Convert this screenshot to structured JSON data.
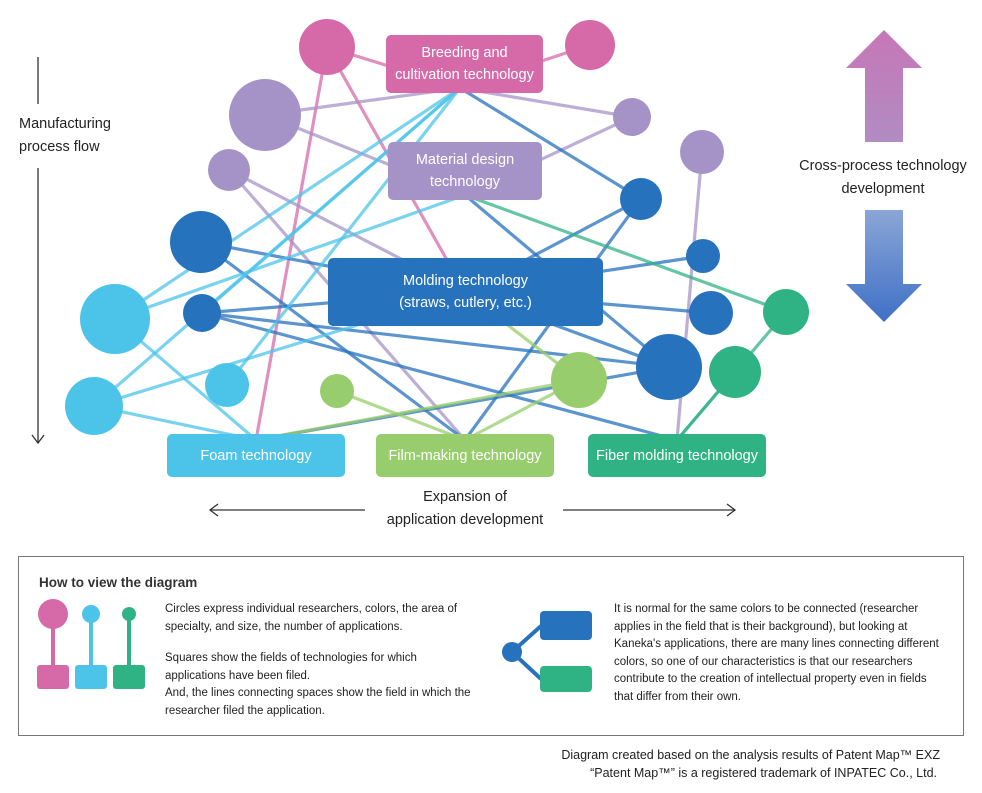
{
  "colors": {
    "breeding": "#d66aa9",
    "material": "#a593c7",
    "molding": "#2672bd",
    "foam": "#4cc4e9",
    "film": "#97cd6c",
    "fiber": "#30b384",
    "arrow_top": "#c776b7",
    "arrow_bottom": "#4a78c9"
  },
  "labels": {
    "manufacturing_line1": "Manufacturing",
    "manufacturing_line2": "process flow",
    "cross_process_line1": "Cross-process technology",
    "cross_process_line2": "development",
    "expansion_line1": "Expansion of",
    "expansion_line2": "application development"
  },
  "boxes": {
    "breeding": {
      "line1": "Breeding and",
      "line2": "cultivation technology"
    },
    "material": {
      "line1": "Material design",
      "line2": "technology"
    },
    "molding": {
      "line1": "Molding technology",
      "line2": "(straws, cutlery, etc.)"
    },
    "foam": {
      "line1": "Foam technology"
    },
    "film": {
      "line1": "Film-making technology"
    },
    "fiber": {
      "line1": "Fiber molding technology"
    }
  },
  "legend": {
    "title": "How to view the diagram",
    "text1": "Circles express individual researchers, colors, the area of specialty, and size, the number of applications.",
    "text2": "Squares show the fields of technologies for which applications have been filed.",
    "text3": "And, the lines connecting spaces show the field in which the researcher filed the application.",
    "text4": "It is normal for the same colors to be connected (researcher applies in the field that is their background), but looking at Kaneka's applications, there are many lines connecting different colors, so one of our characteristics is that our researchers contribute to the creation of intellectual property even in fields that differ from their own."
  },
  "footnote": {
    "line1": "Diagram created based on the analysis results of Patent Map™ EXZ",
    "line2": "“Patent Map™” is a registered trademark of INPATEC Co., Ltd."
  }
}
